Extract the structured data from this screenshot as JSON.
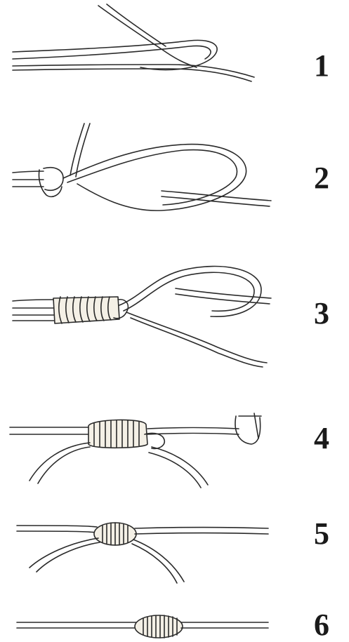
{
  "steps": [
    {
      "number": "1",
      "icon": "loose-overlap-loop-illustration"
    },
    {
      "number": "2",
      "icon": "single-turn-knot-illustration"
    },
    {
      "number": "3",
      "icon": "multi-wrap-knot-illustration"
    },
    {
      "number": "4",
      "icon": "tightening-knot-illustration"
    },
    {
      "number": "5",
      "icon": "snugged-knot-illustration"
    },
    {
      "number": "6",
      "icon": "finished-knot-illustration"
    }
  ]
}
